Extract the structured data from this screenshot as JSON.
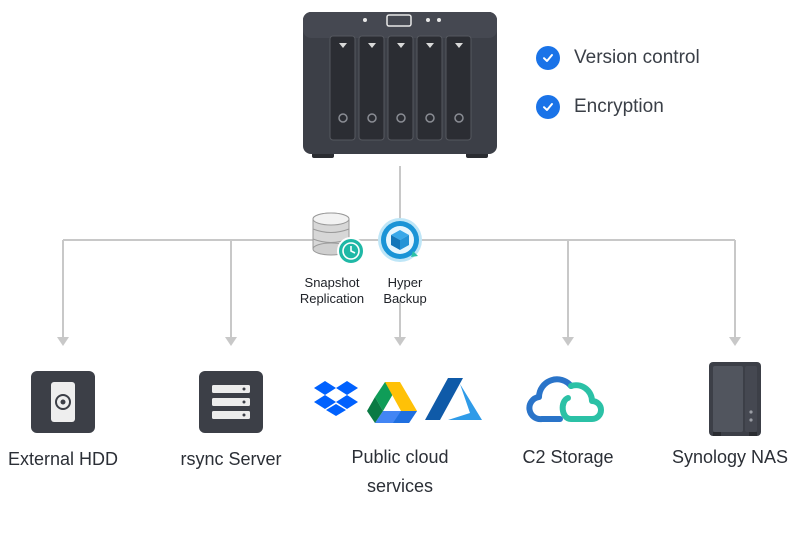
{
  "features": [
    {
      "label": "Version control",
      "icon": "checkmark-icon"
    },
    {
      "label": "Encryption",
      "icon": "checkmark-icon"
    }
  ],
  "tools": {
    "snapshot_replication": "Snapshot\nReplication",
    "hyper_backup": "Hyper\nBackup"
  },
  "destinations": [
    {
      "label": "External HDD",
      "icon": "external-hdd-icon"
    },
    {
      "label": "rsync Server",
      "icon": "rsync-server-icon"
    },
    {
      "label": "Public cloud\nservices",
      "icon": "public-cloud-icons"
    },
    {
      "label": "C2 Storage",
      "icon": "c2-cloud-icon"
    },
    {
      "label": "Synology NAS",
      "icon": "synology-nas-icon"
    }
  ],
  "colors": {
    "accent": "#1a73e8",
    "connector": "#c8c8c8",
    "device": "#3c3f47",
    "dropbox": "#0061fe",
    "azure": "#0a7cd7",
    "c2_teal": "#2bc1a6"
  }
}
